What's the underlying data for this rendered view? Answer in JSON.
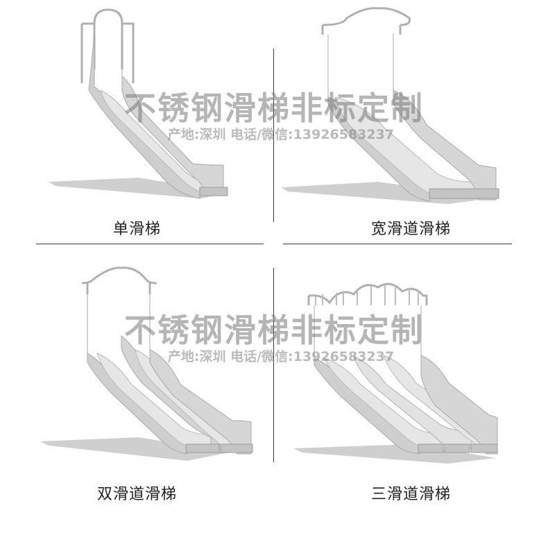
{
  "products": [
    {
      "label": "单滑梯"
    },
    {
      "label": "宽滑道滑梯"
    },
    {
      "label": "双滑道滑梯"
    },
    {
      "label": "三滑道滑梯"
    }
  ],
  "watermark": {
    "title": "不锈钢滑梯非标定制",
    "subtitle": "产地:深圳  电话/微信:13926583237"
  },
  "colors": {
    "metal_light": "#e8e8e8",
    "metal_mid": "#cfcfcf",
    "metal_dark": "#9a9a9a",
    "shadow": "#bdbdbd",
    "divider": "#3a3a3a"
  }
}
